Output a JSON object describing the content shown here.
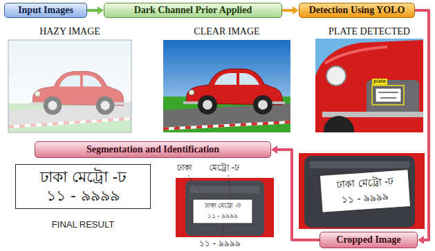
{
  "diagram": {
    "nodes": [
      {
        "text": [
          "Input Images"
        ]
      },
      {
        "text": [
          "Dark Channel Prior Applied"
        ]
      },
      {
        "text": [
          "Detection Using YOLO"
        ]
      },
      {
        "text": [
          "Cropped Image"
        ]
      },
      {
        "text": [
          "Segmentation and Identification"
        ]
      },
      {
        "text": [
          "ঢাকা মেট্রো -ঢ",
          "১১ - ৯৯৯৯"
        ]
      }
    ],
    "edges": [
      {
        "from": 0,
        "to": 1,
        "arrow": "to"
      },
      {
        "from": 1,
        "to": 2,
        "arrow": "to"
      },
      {
        "from": 2,
        "to": 3,
        "arrow": "to"
      },
      {
        "from": 3,
        "to": 4,
        "arrow": "to"
      }
    ],
    "labels": [
      "HAZY IMAGE",
      "CLEAR IMAGE",
      "PLATE DETECTED",
      "plate",
      "ঢাকা মেট্রো -ঢ",
      "১১ - ৯৯৯৯",
      "ঢাকা মেট্রো -ঢ",
      "১১ - ৯৯৯৯",
      "ঢাকা",
      "মেট্রো -ঢ",
      "১১ - ৯৯৯৯",
      "FINAL RESULT"
    ]
  }
}
